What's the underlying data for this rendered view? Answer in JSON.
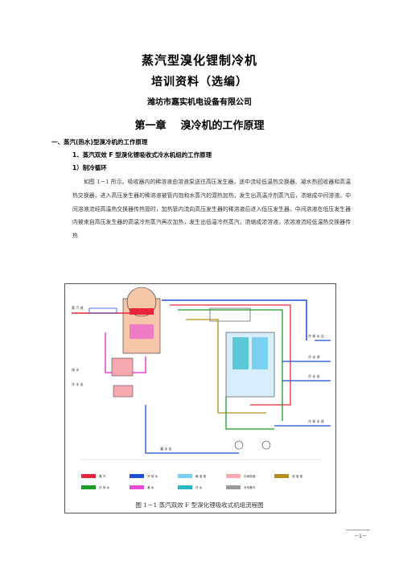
{
  "doc": {
    "title": "蒸汽型溴化锂制冷机",
    "subtitle": "培训资料（选编）",
    "company": "潍坊市嘉实机电设备有限公司",
    "chapter_num": "第一章",
    "chapter_title": "溴冷机的工作原理",
    "section1": "一、蒸汽(热水)型溴冷机的工作原理",
    "section1_1": "1、蒸汽双效 F 型溴化锂吸收式冷水机组的工作原理",
    "section1_1_1": "1）制冷循环",
    "paragraph": "如图 1－1 所示。吸收器内的稀溶液由溶液泵送往高压发生器，途中流经低温热交换器、凝水热回收器和高温热交换器。进入高压发生器的稀溶液被管内饱和水蒸汽的潜热加热，发生出高温冷剂蒸汽后，浓缩成中间溶液。中间溶液流经高温热交换器传热管时，加热管内流向高压发生器的稀溶液后进入低压发生器。中间溶液在低压发生器内被来自高压发生器的高温冷剂蒸汽再次加热，发生出低温冷剂蒸汽，浓缩成浓溶液。浓溶液流经低温热交换器传热",
    "figure_caption": "图 1－1    蒸汽双效 F 型溴化锂吸收式机组流程图",
    "page_number": "－1－"
  },
  "diagram": {
    "labels": {
      "steam_in": "蒸 汽 进",
      "steam_out": "凝 水 出",
      "cw_in": "冷 却 水 进",
      "cw_out": "冷 却 水 出",
      "chw_in": "冷 水 进",
      "chw_out": "冷 水 出",
      "left_a": "排 水",
      "left_b": "冷 水 出"
    },
    "legend": [
      "蒸 汽",
      "冷 却 水",
      "稀 溶 液",
      "中间溶液",
      "浓 溶 液",
      "冷 剂 水",
      "凝 水",
      "冷 水",
      "冷剂蒸汽"
    ],
    "legend_colors": [
      "#e8253a",
      "#1f4fd8",
      "#7ad0f0",
      "#f7a9b0",
      "#b58c1e",
      "#1c9a2a",
      "#e84bd8",
      "#27b7c7",
      "#999999"
    ]
  }
}
